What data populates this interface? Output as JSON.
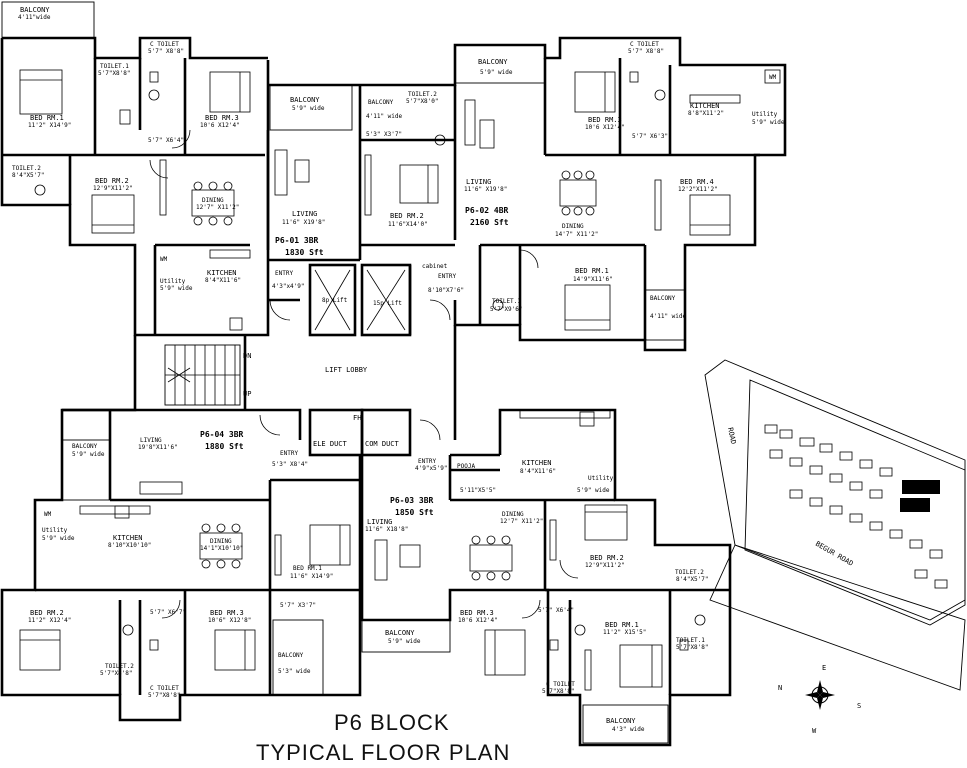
{
  "title": {
    "line1": "P6 BLOCK",
    "line2": "TYPICAL FLOOR PLAN"
  },
  "units": [
    {
      "name": "P6-01 3BR",
      "area": "1830 Sft"
    },
    {
      "name": "P6-02 4BR",
      "area": "2160 Sft"
    },
    {
      "name": "P6-03 3BR",
      "area": "1850 Sft"
    },
    {
      "name": "P6-04 3BR",
      "area": "1880 Sft"
    }
  ],
  "rooms": [
    {
      "label": "BALCONY",
      "dim": "4'11\"wide"
    },
    {
      "label": "C TOILET",
      "dim": "5'7\" X8'8\""
    },
    {
      "label": "TOILET.1",
      "dim": "5'7\"X8'8\""
    },
    {
      "label": "BED RM.1",
      "dim": "11'2\" X14'9\""
    },
    {
      "label": "BED RM.3",
      "dim": "10'6 X12'4\""
    },
    {
      "label": "TOILET.2",
      "dim": "8'4\"X5'7\""
    },
    {
      "label": "BED RM.2",
      "dim": "12'9\"X11'2\""
    },
    {
      "label": "DINING",
      "dim": "12'7\" X11'2\""
    },
    {
      "label": "BALCONY",
      "dim": "5'9\" wide"
    },
    {
      "label": "LIVING",
      "dim": "11'6\" X19'8\""
    },
    {
      "label": "KITCHEN",
      "dim": "8'4\"X11'6\""
    },
    {
      "label": "Utility",
      "dim": "5'9\" wide"
    },
    {
      "label": "ENTRY",
      "dim": "4'3\"x4'9\""
    },
    {
      "label": "BALCONY",
      "dim": "4'11\" wide"
    },
    {
      "label": "TOILET.2",
      "dim": "5'7\"X8'0\""
    },
    {
      "label": "BED RM.2",
      "dim": "11'6\"X14'0\""
    },
    {
      "label": "BALCONY",
      "dim": "5'9\" wide"
    },
    {
      "label": "LIVING",
      "dim": "11'6\" X19'8\""
    },
    {
      "label": "BED RM.3",
      "dim": "10'6 X12'4\""
    },
    {
      "label": "C TOILET",
      "dim": "5'7\" X8'8\""
    },
    {
      "label": "KITCHEN",
      "dim": "8'8\"X11'2\""
    },
    {
      "label": "Utility",
      "dim": "5'9\" wide"
    },
    {
      "label": "BED RM.4",
      "dim": "12'2\"X11'2\""
    },
    {
      "label": "DINING",
      "dim": "14'7\" X11'2\""
    },
    {
      "label": "BED RM.1",
      "dim": "14'9\"X11'6\""
    },
    {
      "label": "BALCONY",
      "dim": "4'11\" wide"
    },
    {
      "label": "TOILET.1",
      "dim": "5'7\"X9'6\""
    },
    {
      "label": "ENTRY",
      "dim": "8'10\"X7'6\""
    },
    {
      "label": "BALCONY",
      "dim": "5'9\" wide"
    },
    {
      "label": "LIVING",
      "dim": "19'8\"X11'6\""
    },
    {
      "label": "ENTRY",
      "dim": "5'3\" X8'4\""
    },
    {
      "label": "Utility",
      "dim": "5'9\" wide"
    },
    {
      "label": "KITCHEN",
      "dim": "8'10\"X10'10\""
    },
    {
      "label": "DINING",
      "dim": "14'1\"X10'10\""
    },
    {
      "label": "BED RM.1",
      "dim": "11'6\" X14'9\""
    },
    {
      "label": "BED RM.2",
      "dim": "11'2\" X12'4\""
    },
    {
      "label": "BED RM.3",
      "dim": "10'6\" X12'8\""
    },
    {
      "label": "TOILET.2",
      "dim": "5'7\"X8'8\""
    },
    {
      "label": "C TOILET",
      "dim": "5'7\"X8'8\""
    },
    {
      "label": "BALCONY",
      "dim": "5'3\" wide"
    },
    {
      "label": "ENTRY",
      "dim": "4'9\"x5'9\""
    },
    {
      "label": "POOJA",
      "dim": "5'11\"X5'5\""
    },
    {
      "label": "KITCHEN",
      "dim": "8'4\"X11'6\""
    },
    {
      "label": "Utility",
      "dim": "5'9\" wide"
    },
    {
      "label": "LIVING",
      "dim": "11'6\" X18'8\""
    },
    {
      "label": "DINING",
      "dim": "12'7\" X11'2\""
    },
    {
      "label": "BED RM.2",
      "dim": "12'9\"X11'2\""
    },
    {
      "label": "TOILET.2",
      "dim": "8'4\"X5'7\""
    },
    {
      "label": "BED RM.3",
      "dim": "10'6 X12'4\""
    },
    {
      "label": "BED RM.1",
      "dim": "11'2\" X15'5\""
    },
    {
      "label": "TOILET.1",
      "dim": "5'7\"X8'8\""
    },
    {
      "label": "C TOILET",
      "dim": "5'7\"X8'8\""
    },
    {
      "label": "BALCONY",
      "dim": "4'3\" wide"
    },
    {
      "label": "BALCONY",
      "dim": "5'9\" wide"
    }
  ],
  "small_dims": [
    "5'7\" X6'4\"",
    "5'7\" X6'3\"",
    "5'3\" X3'7\"",
    "5'7\" X6'7\"",
    "5'7\" X3'7\"",
    "5'7\" X6'4\""
  ],
  "core": {
    "lift_lobby": "LIFT LOBBY",
    "lift_small": "8p Lift",
    "lift_big": "15p Lift",
    "cabinet": "cabinet",
    "stair_dn": "DN",
    "stair_up": "UP",
    "fh": "FH",
    "ele_duct": "ELE DUCT",
    "com_duct": "COM DUCT",
    "wm": "WM"
  },
  "key_plan": {
    "road": "ROAD",
    "begur_road": "BEGUR ROAD"
  },
  "compass": {
    "n": "N",
    "s": "S",
    "e": "E",
    "w": "W"
  }
}
